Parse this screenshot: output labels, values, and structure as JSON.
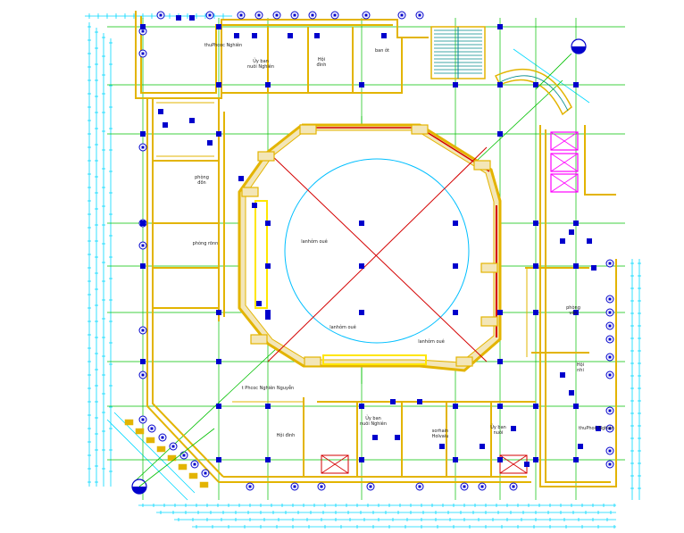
{
  "drawing": {
    "colors": {
      "wall": "#e3b400",
      "grid": "#00c000",
      "dim": "#00d8ff",
      "tag": "#0000cc",
      "diag": "#d40000",
      "circle": "#00bfff",
      "magenta": "#ff00ff",
      "beige": "#f3e6b8"
    },
    "room_labels": [
      {
        "key": "r1",
        "text": "thuPhcoc Nghiên"
      },
      {
        "key": "r2",
        "text": "Ủy ban\nnuôi Nghiên"
      },
      {
        "key": "r3",
        "text": "Hội\nđình"
      },
      {
        "key": "r4",
        "text": "ban ôt"
      },
      {
        "key": "r5",
        "text": "phòng\nđồn"
      },
      {
        "key": "r6",
        "text": "phòng rõnn"
      },
      {
        "key": "r7",
        "text": "lanhỏm ouê"
      },
      {
        "key": "r8",
        "text": "lanhỏm ouê"
      },
      {
        "key": "r9",
        "text": "lanhỏm ouê"
      },
      {
        "key": "r10",
        "text": "t Phcoc Nghiên Nguyễn"
      },
      {
        "key": "r11",
        "text": "Hội đình"
      },
      {
        "key": "r12",
        "text": "Ủy ban\nnuôi Nghiên"
      },
      {
        "key": "r13",
        "text": "sorhain\nHolvaiu"
      },
      {
        "key": "r14",
        "text": "Ủy ban\nnuôi"
      },
      {
        "key": "r15",
        "text": "thuPhoô Nghiên"
      },
      {
        "key": "r16",
        "text": "phòng\nvăn"
      },
      {
        "key": "r17",
        "text": "Hội\nnhi"
      }
    ]
  }
}
